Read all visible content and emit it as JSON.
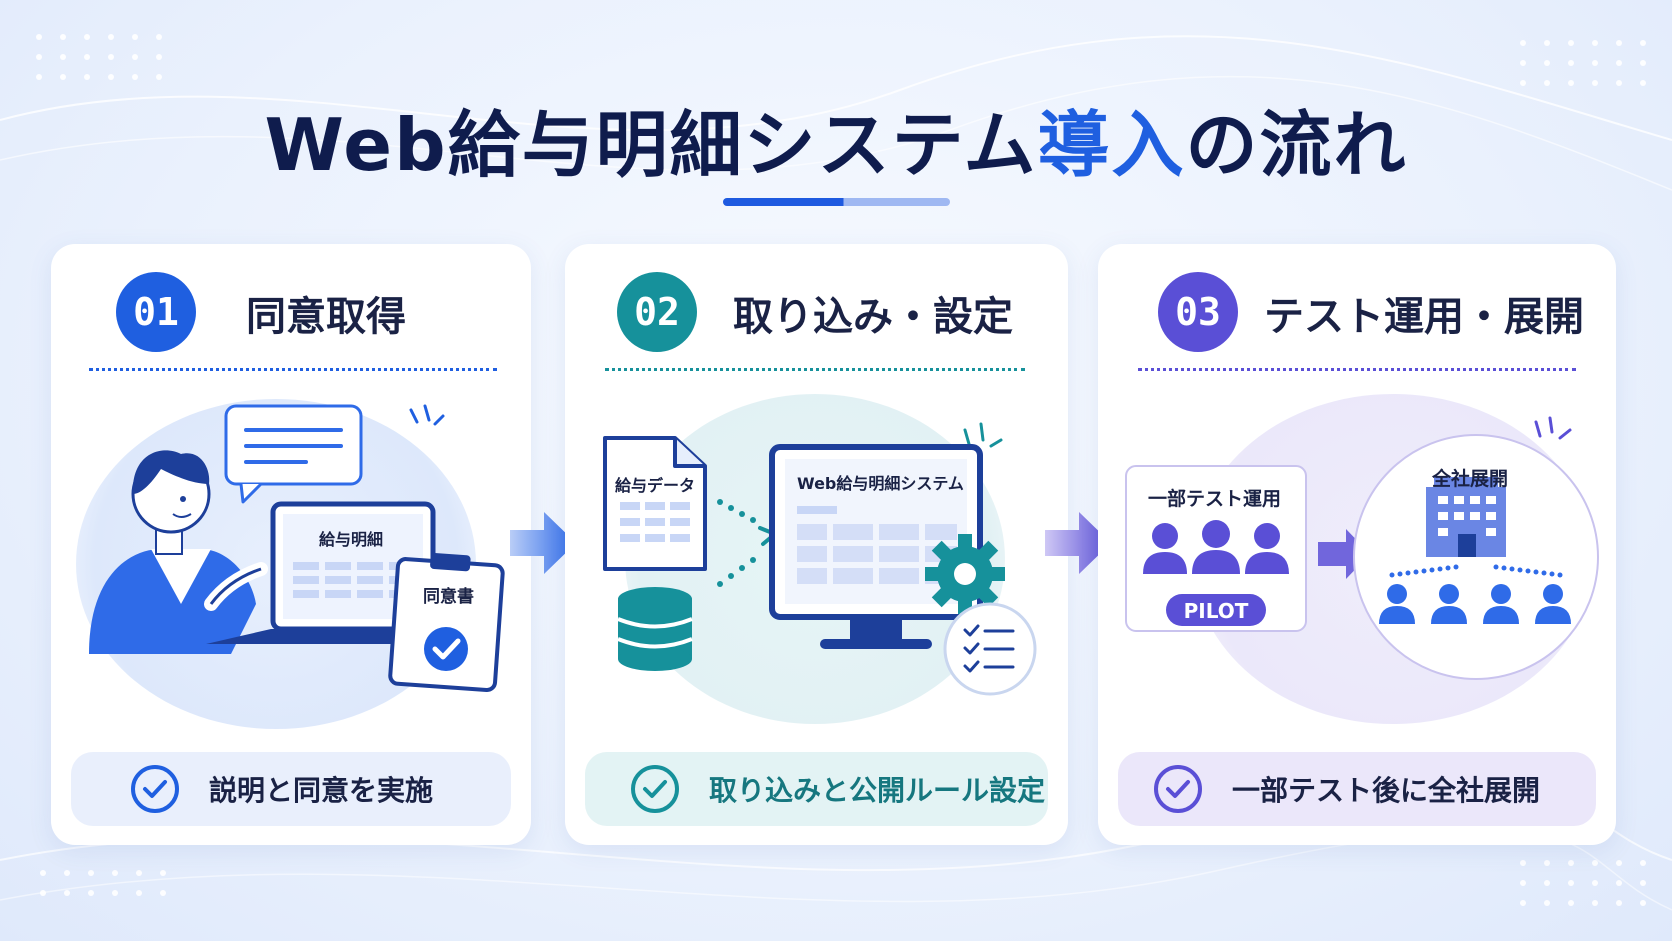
{
  "title": {
    "main": "Web給与明細システム",
    "accent": "導入",
    "tail": "の流れ"
  },
  "colors": {
    "step1": "#1f5fe0",
    "step2": "#16919b",
    "step3": "#5a4fd6"
  },
  "steps": [
    {
      "number": "01",
      "title": "同意取得",
      "illustration": {
        "icons": [
          "person-icon",
          "speech-bubble-icon",
          "laptop-icon",
          "clipboard-icon"
        ],
        "laptop_label": "給与明細",
        "clipboard_label": "同意書"
      },
      "summary": "説明と同意を実施"
    },
    {
      "number": "02",
      "title": "取り込み・設定",
      "illustration": {
        "icons": [
          "document-icon",
          "database-icon",
          "monitor-icon",
          "gear-icon",
          "checklist-icon"
        ],
        "document_label": "給与データ",
        "monitor_label": "Web給与明細システム"
      },
      "summary": "取り込みと公開ルール設定"
    },
    {
      "number": "03",
      "title": "テスト運用・展開",
      "illustration": {
        "icons": [
          "group-icon",
          "building-icon"
        ],
        "pilot_title": "一部テスト運用",
        "pilot_badge": "PILOT",
        "rollout_title": "全社展開"
      },
      "summary": "一部テスト後に全社展開"
    }
  ]
}
